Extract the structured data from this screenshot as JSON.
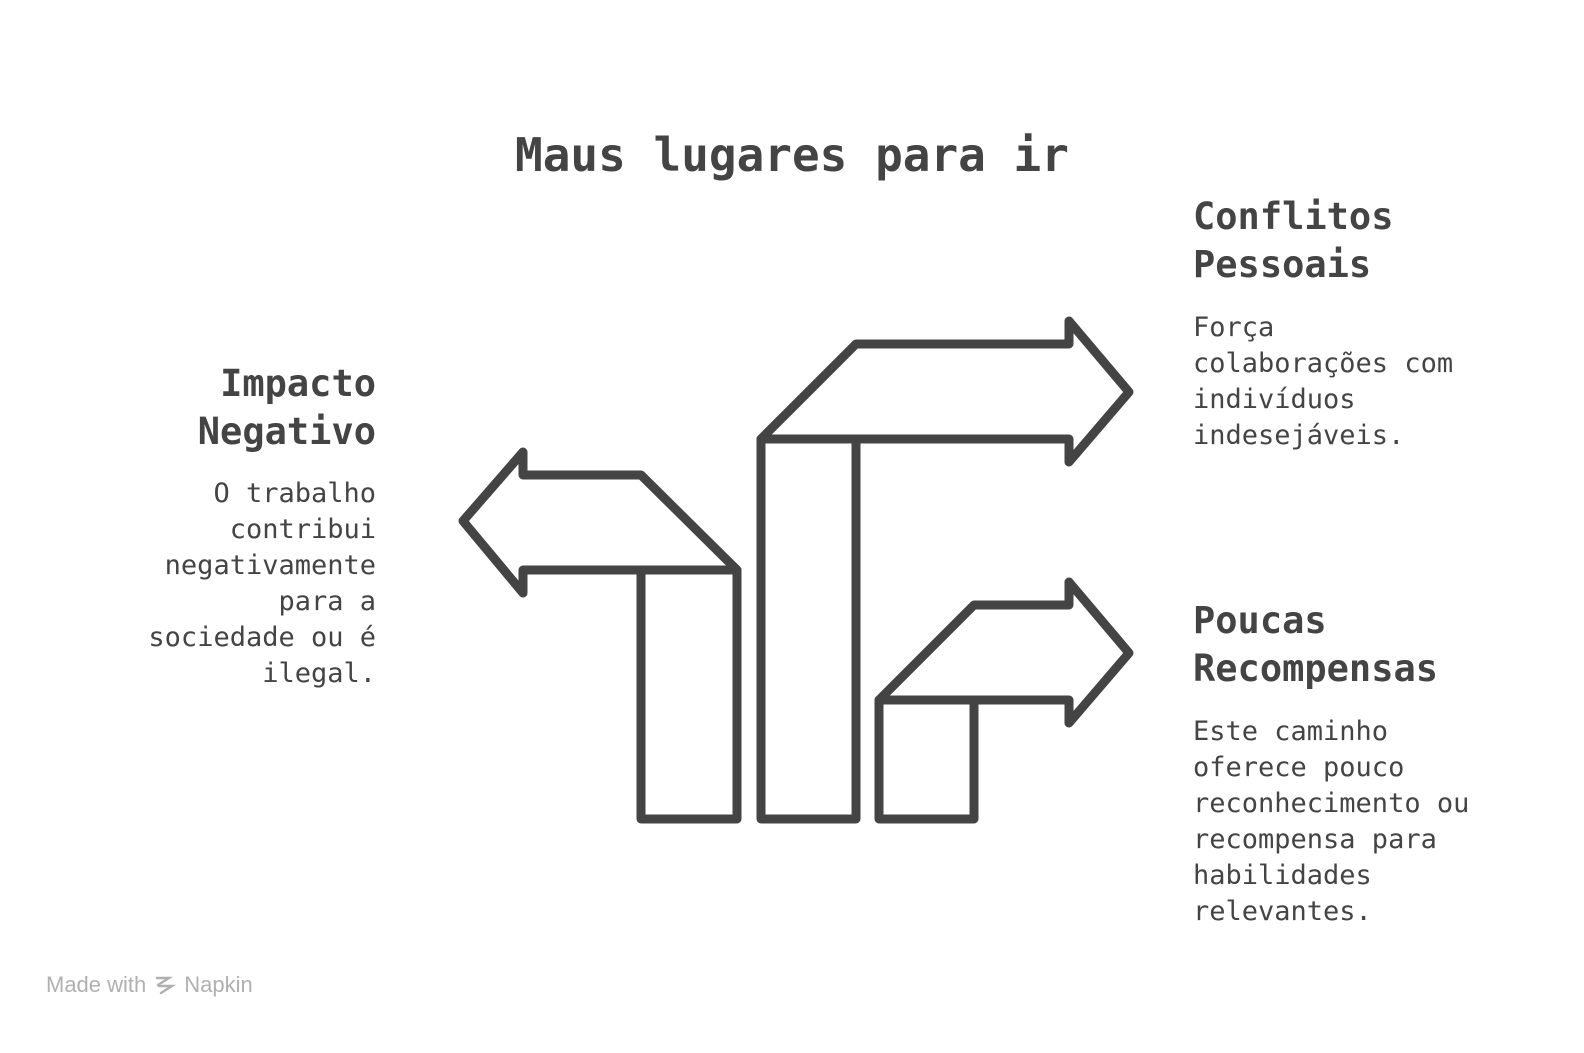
{
  "title": "Maus lugares para ir",
  "items": [
    {
      "heading_lines": [
        "Impacto",
        "Negativo"
      ],
      "desc_lines": [
        "O trabalho",
        "contribui",
        "negativamente",
        "para a",
        "sociedade ou é",
        "ilegal."
      ]
    },
    {
      "heading_lines": [
        "Conflitos",
        "Pessoais"
      ],
      "desc_lines": [
        "Força",
        "colaborações com",
        "indivíduos",
        "indesejáveis."
      ]
    },
    {
      "heading_lines": [
        "Poucas",
        "Recompensas"
      ],
      "desc_lines": [
        "Este caminho",
        "oferece pouco",
        "reconhecimento ou",
        "recompensa para",
        "habilidades",
        "relevantes."
      ]
    }
  ],
  "footer": {
    "made_with": "Made with",
    "brand": "Napkin"
  },
  "colors": {
    "stroke": "#444444",
    "text": "#444444",
    "footer": "#b0b0b0"
  }
}
